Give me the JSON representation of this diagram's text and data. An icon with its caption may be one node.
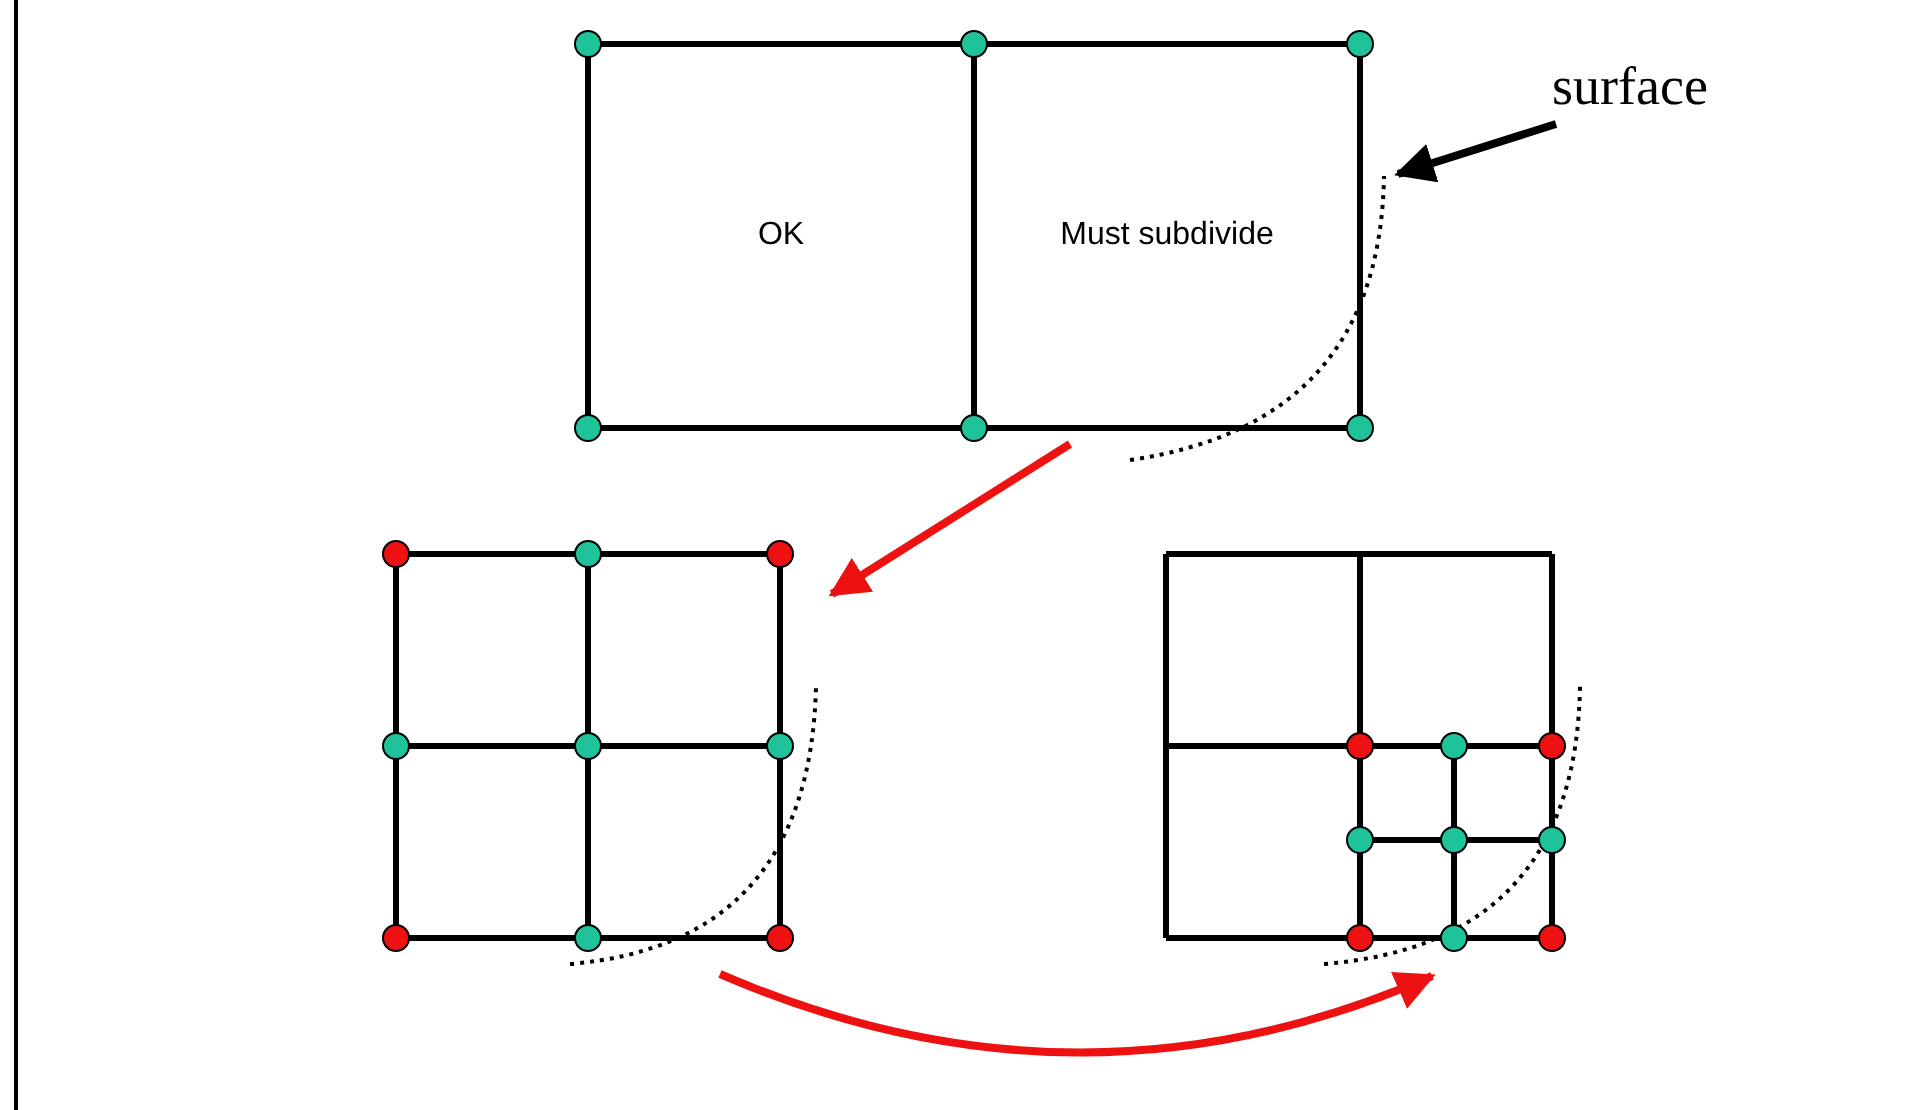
{
  "diagram": {
    "nodes": [
      {
        "text": [],
        "shape": "picture"
      },
      {
        "text": [
          "OK"
        ],
        "in": 0
      },
      {
        "text": [
          "Must subdivide"
        ],
        "in": 0
      },
      {
        "text": [],
        "shape": "picture"
      },
      {
        "text": [],
        "shape": "picture"
      },
      {
        "text": [
          "surface"
        ]
      },
      {
        "text": [],
        "shape": "curve"
      }
    ],
    "edges": [
      {
        "from": 0,
        "to": 3,
        "arrow": "to"
      },
      {
        "from": 3,
        "to": 4,
        "arrow": "to"
      },
      {
        "from": 5,
        "to": 6,
        "arrow": "to",
        "color": "#000000"
      }
    ]
  }
}
